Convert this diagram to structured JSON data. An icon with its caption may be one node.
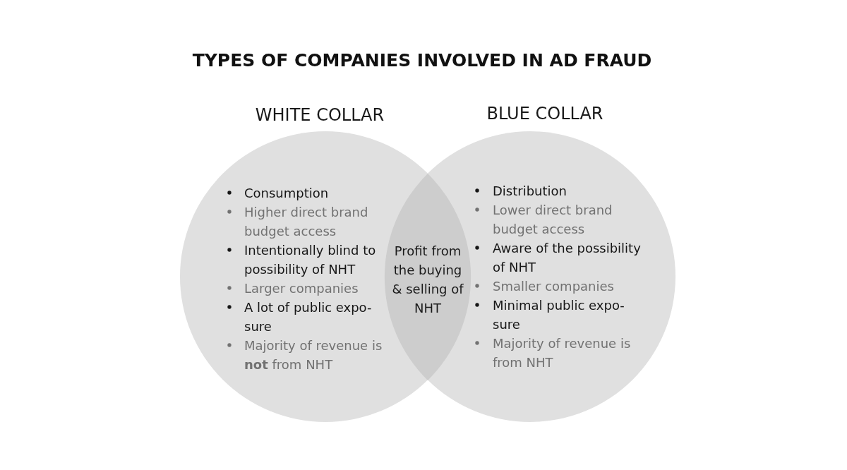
{
  "diagram": {
    "title": "TYPES OF COMPANIES INVOLVED IN AD FRAUD",
    "nodes": [
      {
        "text": [
          "WHITE COLLAR",
          "Consumption",
          "Higher direct brand budget access",
          "Intentionally blind to possibility of NHT",
          "Larger companies",
          "A lot of public expo-sure",
          "Majority of revenue is **not** from NHT"
        ]
      },
      {
        "text": [
          "BLUE COLLAR",
          "Distribution",
          "Lower direct brand budget access",
          "Aware of the possibility of NHT",
          "Smaller companies",
          "Minimal public expo-sure",
          "Majority of revenue is from NHT"
        ]
      },
      {
        "text": [
          "Profit from the buying & selling of NHT"
        ]
      }
    ]
  }
}
